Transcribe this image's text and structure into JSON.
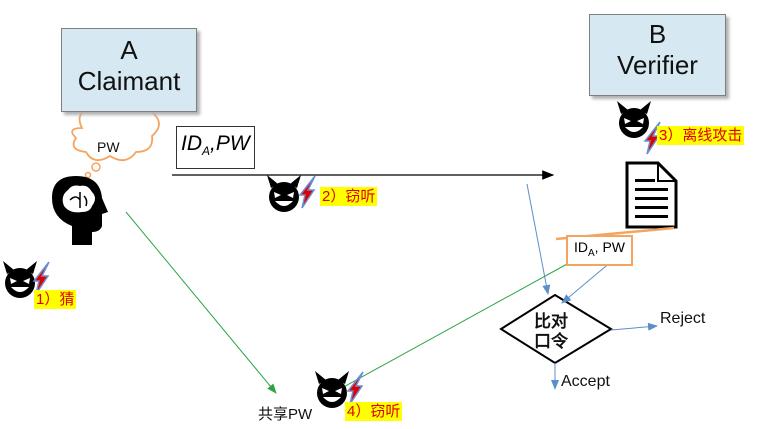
{
  "nodes": {
    "a_letter": "A",
    "a_role": "Claimant",
    "b_letter": "B",
    "b_role": "Verifier",
    "thought": "PW",
    "message_id": "ID",
    "message_sub": "A",
    "message_rest": ",PW",
    "stored_id": "ID",
    "stored_sub": "A",
    "stored_rest": ", PW",
    "compare_line1": "比对",
    "compare_line2": "口令",
    "reject": "Reject",
    "accept": "Accept",
    "shared_pw": "共享PW"
  },
  "attacks": {
    "guess": "1）猜",
    "eavesdrop": "2）窃听",
    "offline": "3）离线攻击",
    "eavesdrop_shared": "4）窃听"
  },
  "colors": {
    "box_fill": "#d6e9f2",
    "highlight": "#ffff00",
    "attack_text": "#e00000",
    "green_arrow": "#2ca444",
    "blue_arrow": "#5b8fc9",
    "orange": "#f4a460"
  }
}
